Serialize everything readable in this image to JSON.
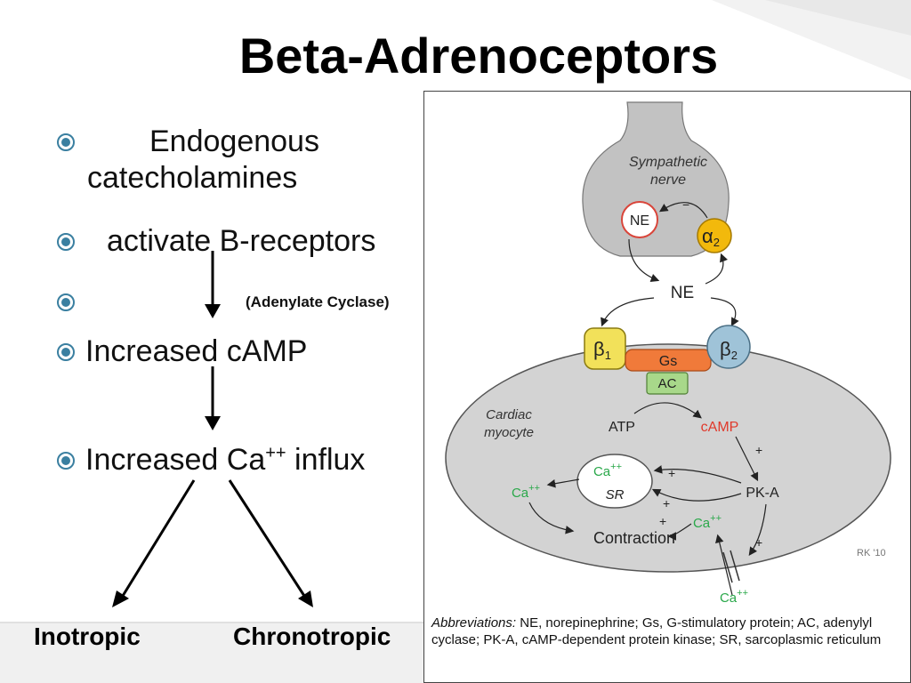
{
  "slide": {
    "title": "Beta-Adrenoceptors",
    "bullets": {
      "b1_line1": "Endogenous",
      "b1_line2": "catecholamines",
      "b2": "activate B-receptors",
      "b3": "(Adenylate Cyclase)",
      "b4": "Increased cAMP",
      "b5_pre": "Increased Ca",
      "b5_sup": "++",
      "b5_post": " influx"
    },
    "effects": {
      "left": "Inotropic",
      "right": "Chronotropic"
    }
  },
  "figure": {
    "nerve_label_1": "Sympathetic",
    "nerve_label_2": "nerve",
    "ne": "NE",
    "minus": "−",
    "alpha": "α",
    "alpha_sub": "2",
    "ne_released": "NE",
    "beta": "β",
    "beta1_sub": "1",
    "beta2_sub": "2",
    "gs": "Gs",
    "ac": "AC",
    "cell_label_1": "Cardiac",
    "cell_label_2": "myocyte",
    "atp": "ATP",
    "camp": "cAMP",
    "plus": "+",
    "pka": "PK-A",
    "ca": "Ca",
    "ca_sup": "++",
    "sr": "SR",
    "contraction": "Contraction",
    "signature": "RK '10",
    "abbr_label": "Abbreviations:",
    "abbr_text": " NE, norepinephrine; Gs, G-stimulatory protein; AC, adenylyl cyclase; PK-A, cAMP-dependent protein kinase; SR, sarcoplasmic reticulum",
    "colors": {
      "ca_green": "#2aa84a",
      "camp_red": "#e0392b",
      "beta1_yellow": "#f2e15a",
      "beta2_blue": "#9fc3d8",
      "alpha_gold": "#f2b90c",
      "gs_orange": "#f07a3a",
      "ac_green": "#a8d88a",
      "cell_gray": "#d3d3d3",
      "nerve_gray": "#c2c2c2"
    }
  }
}
